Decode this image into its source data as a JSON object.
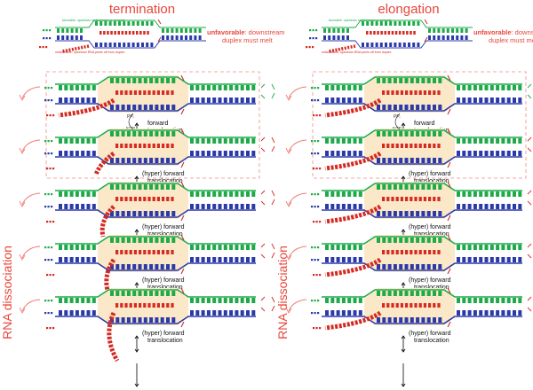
{
  "columns": [
    {
      "id": "termination",
      "title": "termination",
      "legend_top": "favorable: upstream melted base re-anneals",
      "legend_bottom": "unfavorable: upstream RNA peels off from duplex",
      "note_strong": "unfavorable",
      "note_rest": ": downstream",
      "note_line2": "duplex must melt",
      "side_label": "RNA dissociation",
      "pp_label": "PPᵢ",
      "ntp_label": "NTP",
      "steps": [
        "forward translocation",
        "(hyper) forward translocation",
        "(hyper) forward translocation",
        "(hyper) forward translocation",
        "(hyper) forward translocation"
      ]
    },
    {
      "id": "elongation",
      "title": "elongation",
      "legend_top": "favorable: upstream melted base re-anneals",
      "legend_bottom": "unfavorable: upstream RNA peels off from duplex",
      "note_strong": "unfavorable",
      "note_rest": ": downstream",
      "note_line2": "duplex must melt",
      "side_label": "RNA dissociation",
      "pp_label": "PPᵢ",
      "ntp_label": "NTP",
      "steps": [
        "forward translocation",
        "(hyper) forward translocation",
        "(hyper) forward translocation",
        "(hyper) forward translocation",
        "(hyper) forward translocation"
      ]
    }
  ],
  "colors": {
    "green": "#1faa4a",
    "blue": "#2b3aa8",
    "red": "#d42a22",
    "title": "#e8463c",
    "bubble": "#fbe8c8",
    "dashed_box": "#f08a85"
  }
}
